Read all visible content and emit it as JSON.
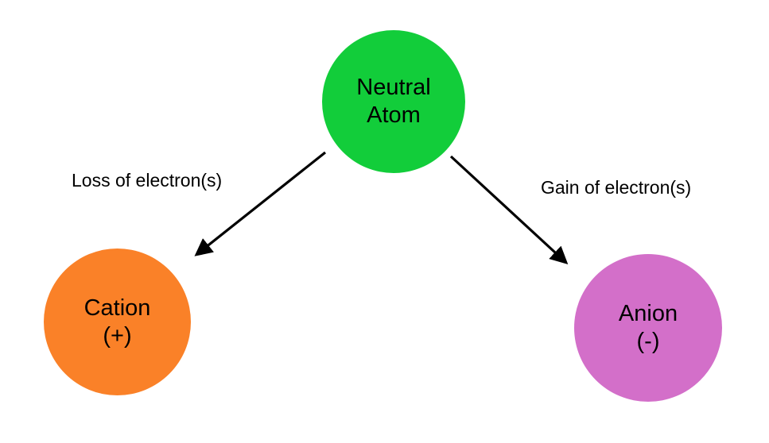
{
  "page": {
    "background_color": "#ffffff",
    "text_color": "#000000"
  },
  "nodes": [
    {
      "id": "neutral-atom",
      "lines": [
        "Neutral",
        "Atom"
      ],
      "color": "#12cd3a"
    },
    {
      "id": "cation",
      "lines": [
        "Cation",
        "(+)"
      ],
      "color": "#fa8128"
    },
    {
      "id": "anion",
      "lines": [
        "Anion",
        "(-)"
      ],
      "color": "#d36fc9"
    }
  ],
  "edges": [
    {
      "id": "loss",
      "label": "Loss of electron(s)"
    },
    {
      "id": "gain",
      "label": "Gain of electron(s)"
    }
  ],
  "arrow_color": "#000000"
}
